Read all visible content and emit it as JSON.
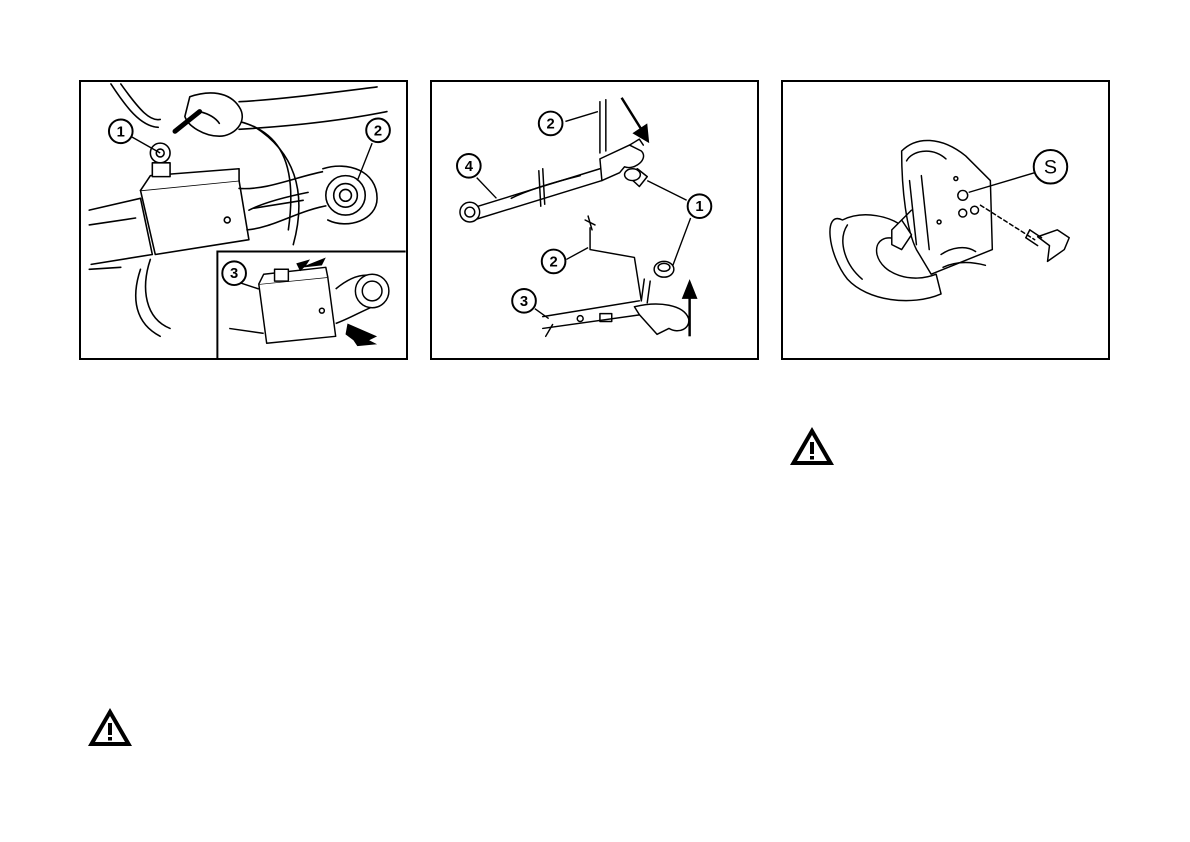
{
  "figures": [
    {
      "callouts": [
        "1",
        "2",
        "3"
      ]
    },
    {
      "callouts": [
        "2",
        "4",
        "1",
        "2",
        "3"
      ]
    },
    {
      "callouts": [
        "S"
      ]
    }
  ],
  "icons": {
    "warning": "warning-triangle-icon",
    "arrow": "arrow-icon"
  },
  "colors": {
    "line": "#000000",
    "background": "#ffffff"
  }
}
